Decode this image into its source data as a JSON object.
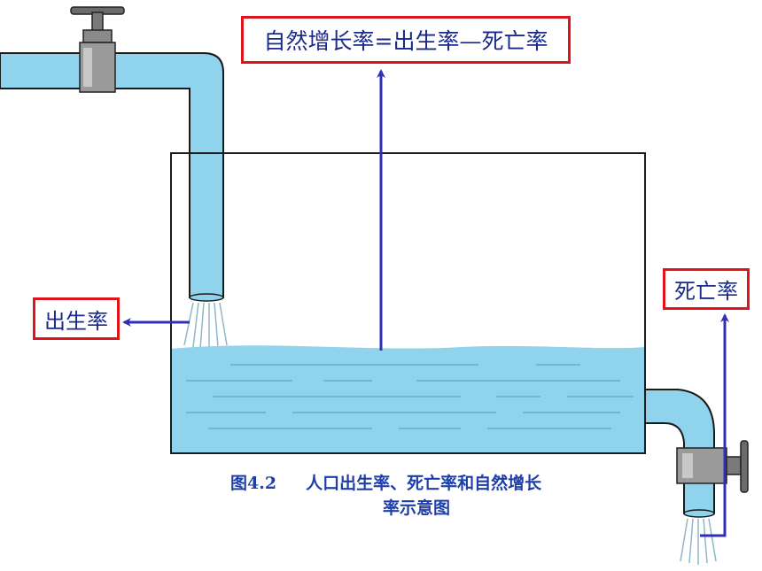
{
  "labels": {
    "formula": "自然增长率=出生率—死亡率",
    "birth_rate": "出生率",
    "death_rate": "死亡率"
  },
  "caption": {
    "figure_number": "图4.2",
    "line1_text": "人口出生率、死亡率和自然增长",
    "line2_text": "率示意图"
  },
  "colors": {
    "water": "#8fd3ec",
    "label_border": "#e0151b",
    "label_text": "#1a2a8a",
    "arrow": "#2f2fb8",
    "caption_text": "#1e3fa8"
  },
  "icons": [
    "inlet-faucet-icon",
    "outlet-faucet-icon",
    "water-tank-icon"
  ]
}
